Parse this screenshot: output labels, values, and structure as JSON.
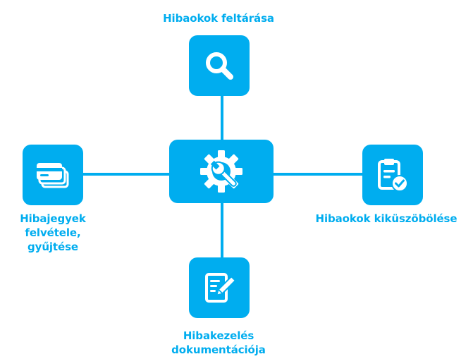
{
  "colors": {
    "accent": "#00ADEF",
    "icon": "#ffffff"
  },
  "center": {
    "icon": "gear-wrench-icon"
  },
  "nodes": {
    "top": {
      "icon": "magnifier-icon",
      "label": [
        "Hibaokok feltárása"
      ]
    },
    "left": {
      "icon": "tickets-icon",
      "label": [
        "Hibajegyek",
        "felvétele,",
        "gyűjtése"
      ]
    },
    "right": {
      "icon": "clipboard-check-icon",
      "label": [
        "Hibaokok kiküszöbölése"
      ]
    },
    "bottom": {
      "icon": "document-pen-icon",
      "label": [
        "Hibakezelés",
        "dokumentációja"
      ]
    }
  }
}
